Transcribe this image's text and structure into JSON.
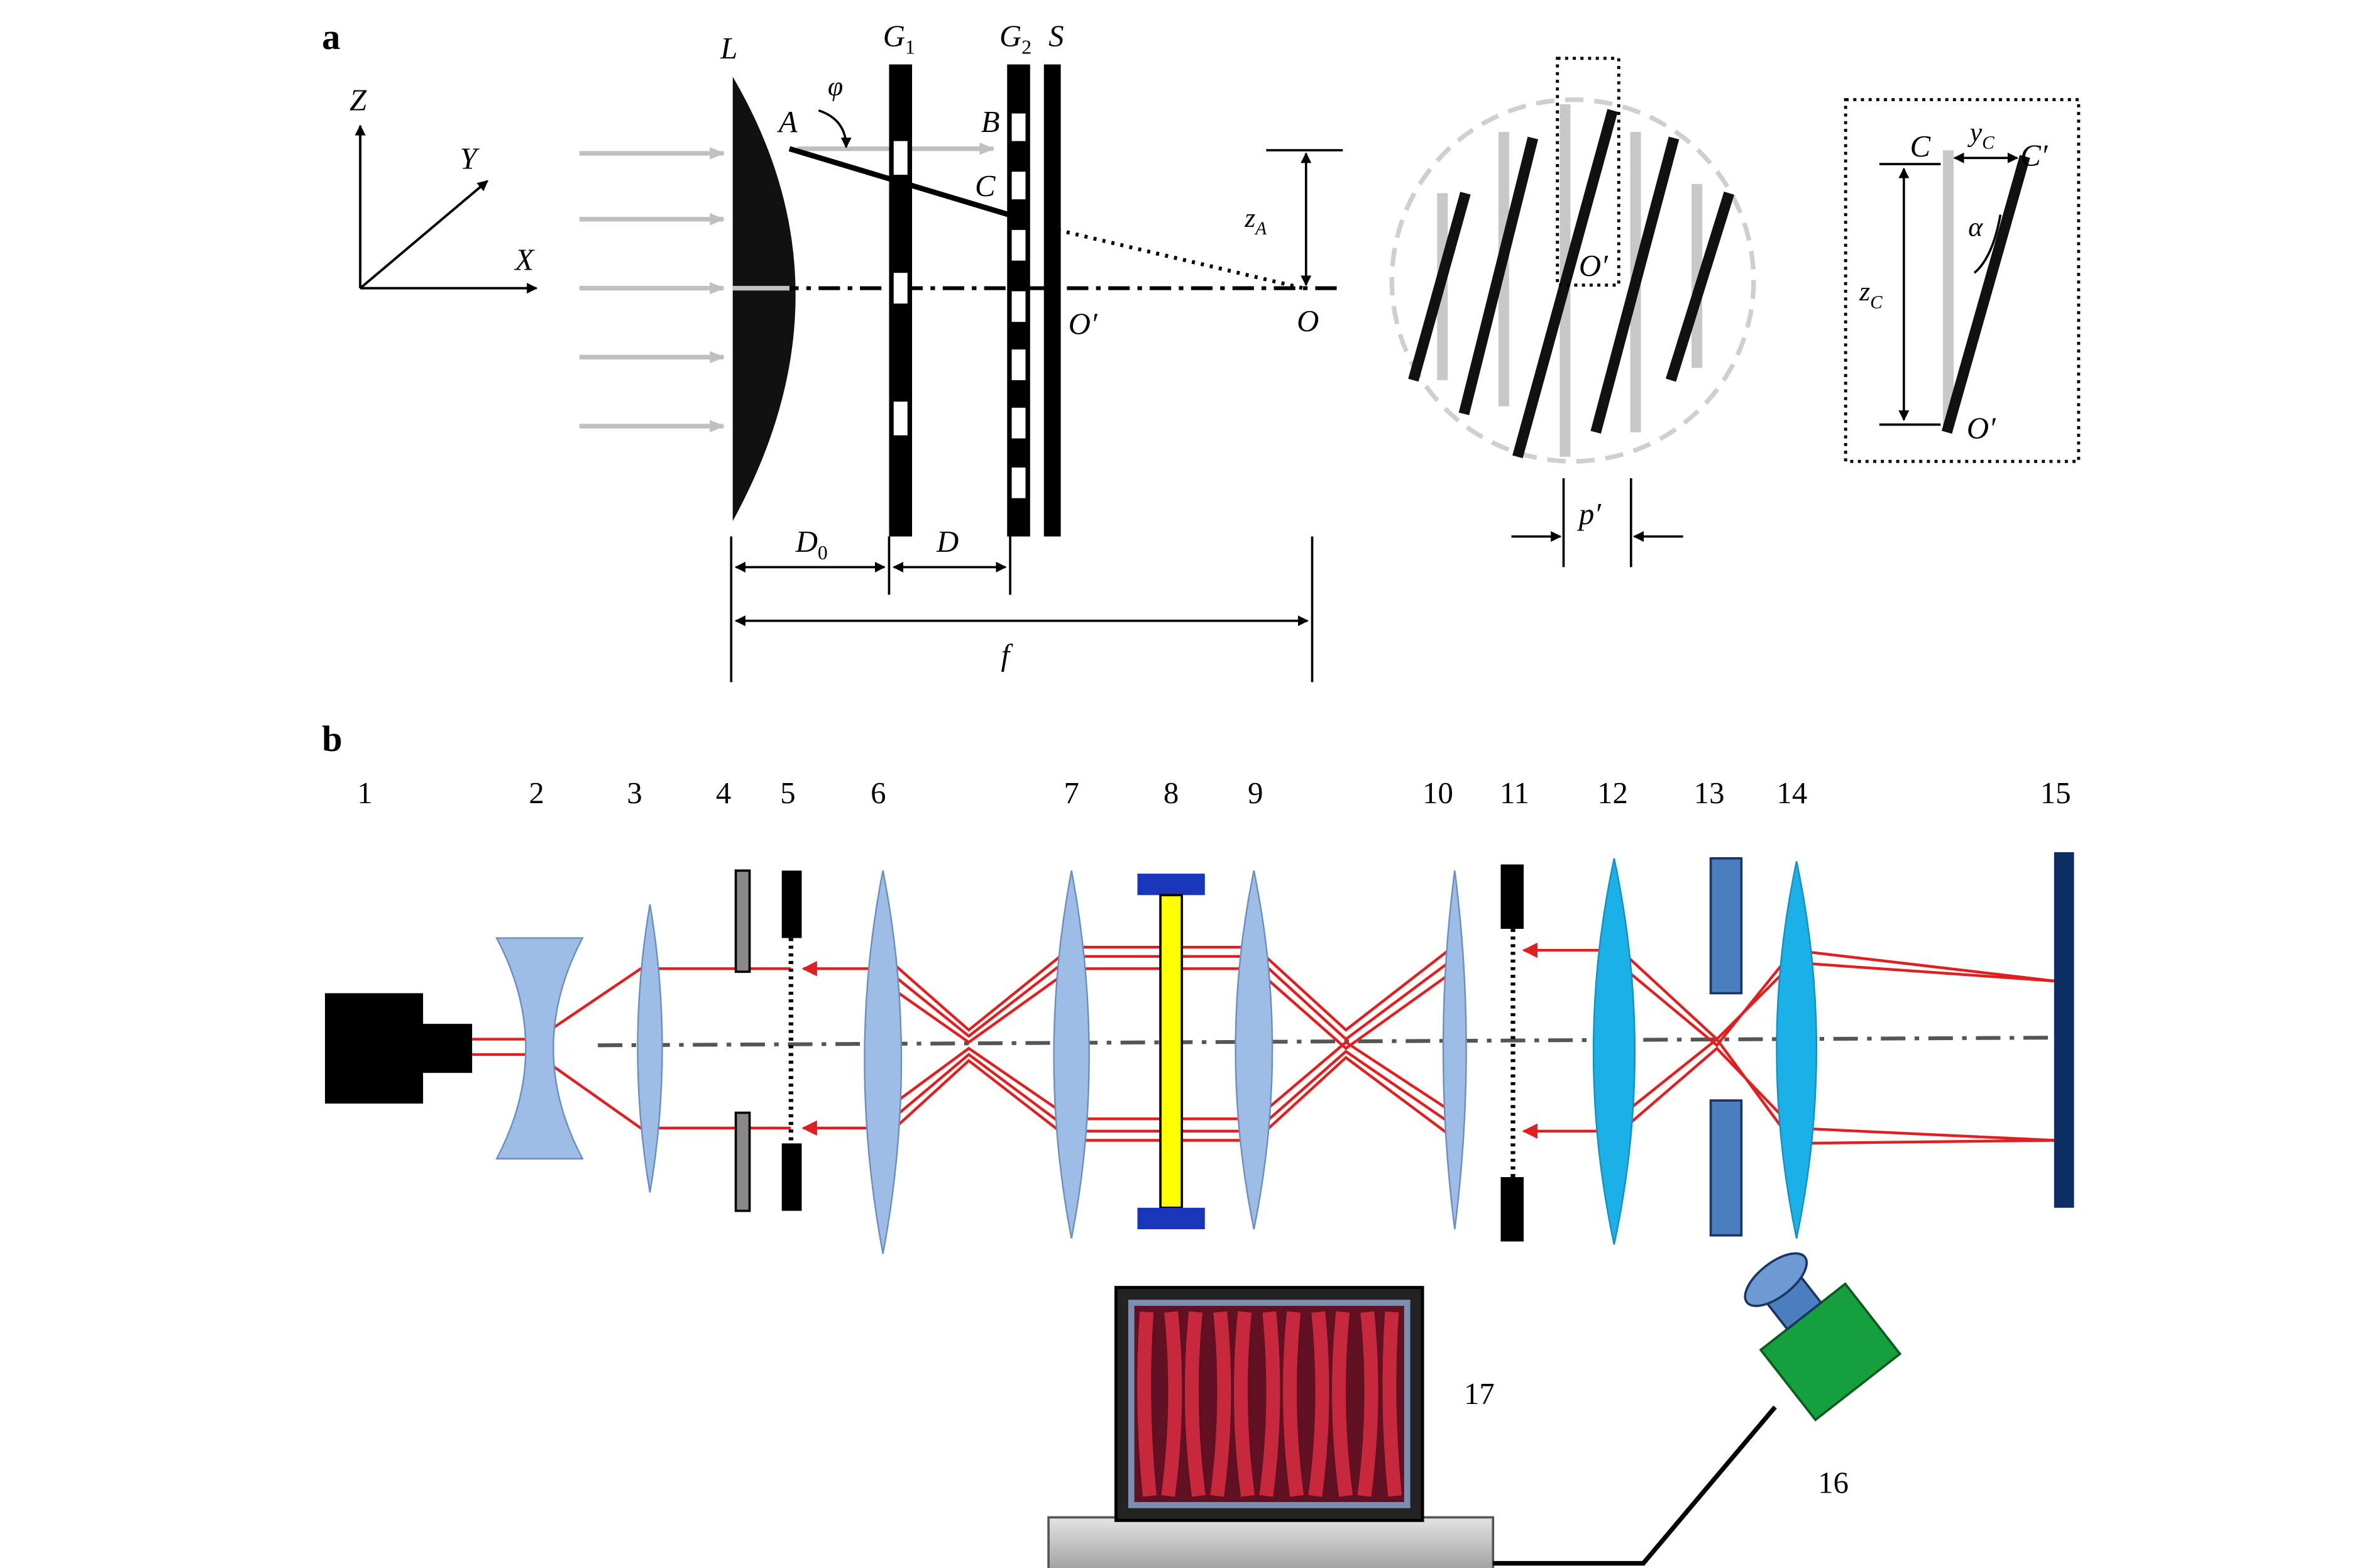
{
  "panel_a": {
    "panel_label": "a",
    "axes": {
      "z": "Z",
      "y": "Y",
      "x": "X"
    },
    "lens_label": "L",
    "grating1": {
      "main": "G",
      "sub": "1"
    },
    "grating2": {
      "main": "G",
      "sub": "2"
    },
    "screen_label": "S",
    "points": {
      "A": "A",
      "B": "B",
      "C": "C",
      "O": "O",
      "O_prime": "O′"
    },
    "phi": "φ",
    "zA": {
      "main": "z",
      "sub": "A"
    },
    "dims": {
      "D0": {
        "main": "D",
        "sub": "0"
      },
      "D": "D",
      "f": "f"
    },
    "inset_circle": {
      "O_prime": "O′",
      "pitch": "p′"
    },
    "inset_box": {
      "C": "C",
      "C_prime": "C′",
      "yC": {
        "main": "y",
        "sub": "C"
      },
      "zC": {
        "main": "z",
        "sub": "C"
      },
      "alpha": "α",
      "O_prime": "O′"
    }
  },
  "panel_b": {
    "panel_label": "b",
    "component_numbers": [
      "1",
      "2",
      "3",
      "4",
      "5",
      "6",
      "7",
      "8",
      "9",
      "10",
      "11",
      "12",
      "13",
      "14",
      "15"
    ],
    "camera_number": "16",
    "monitor_number": "17"
  },
  "colors": {
    "beam": "#e02020",
    "lens_blue": "#9dbde6",
    "lens_cyan": "#1ab0e8",
    "sample_yellow": "#ffff00",
    "mount_blue": "#1a36b8",
    "screen_navy": "#0d2e63",
    "camera_green": "#14a03c",
    "camera_cap": "#4b7fc0",
    "fringe_red": "#c8283c"
  }
}
